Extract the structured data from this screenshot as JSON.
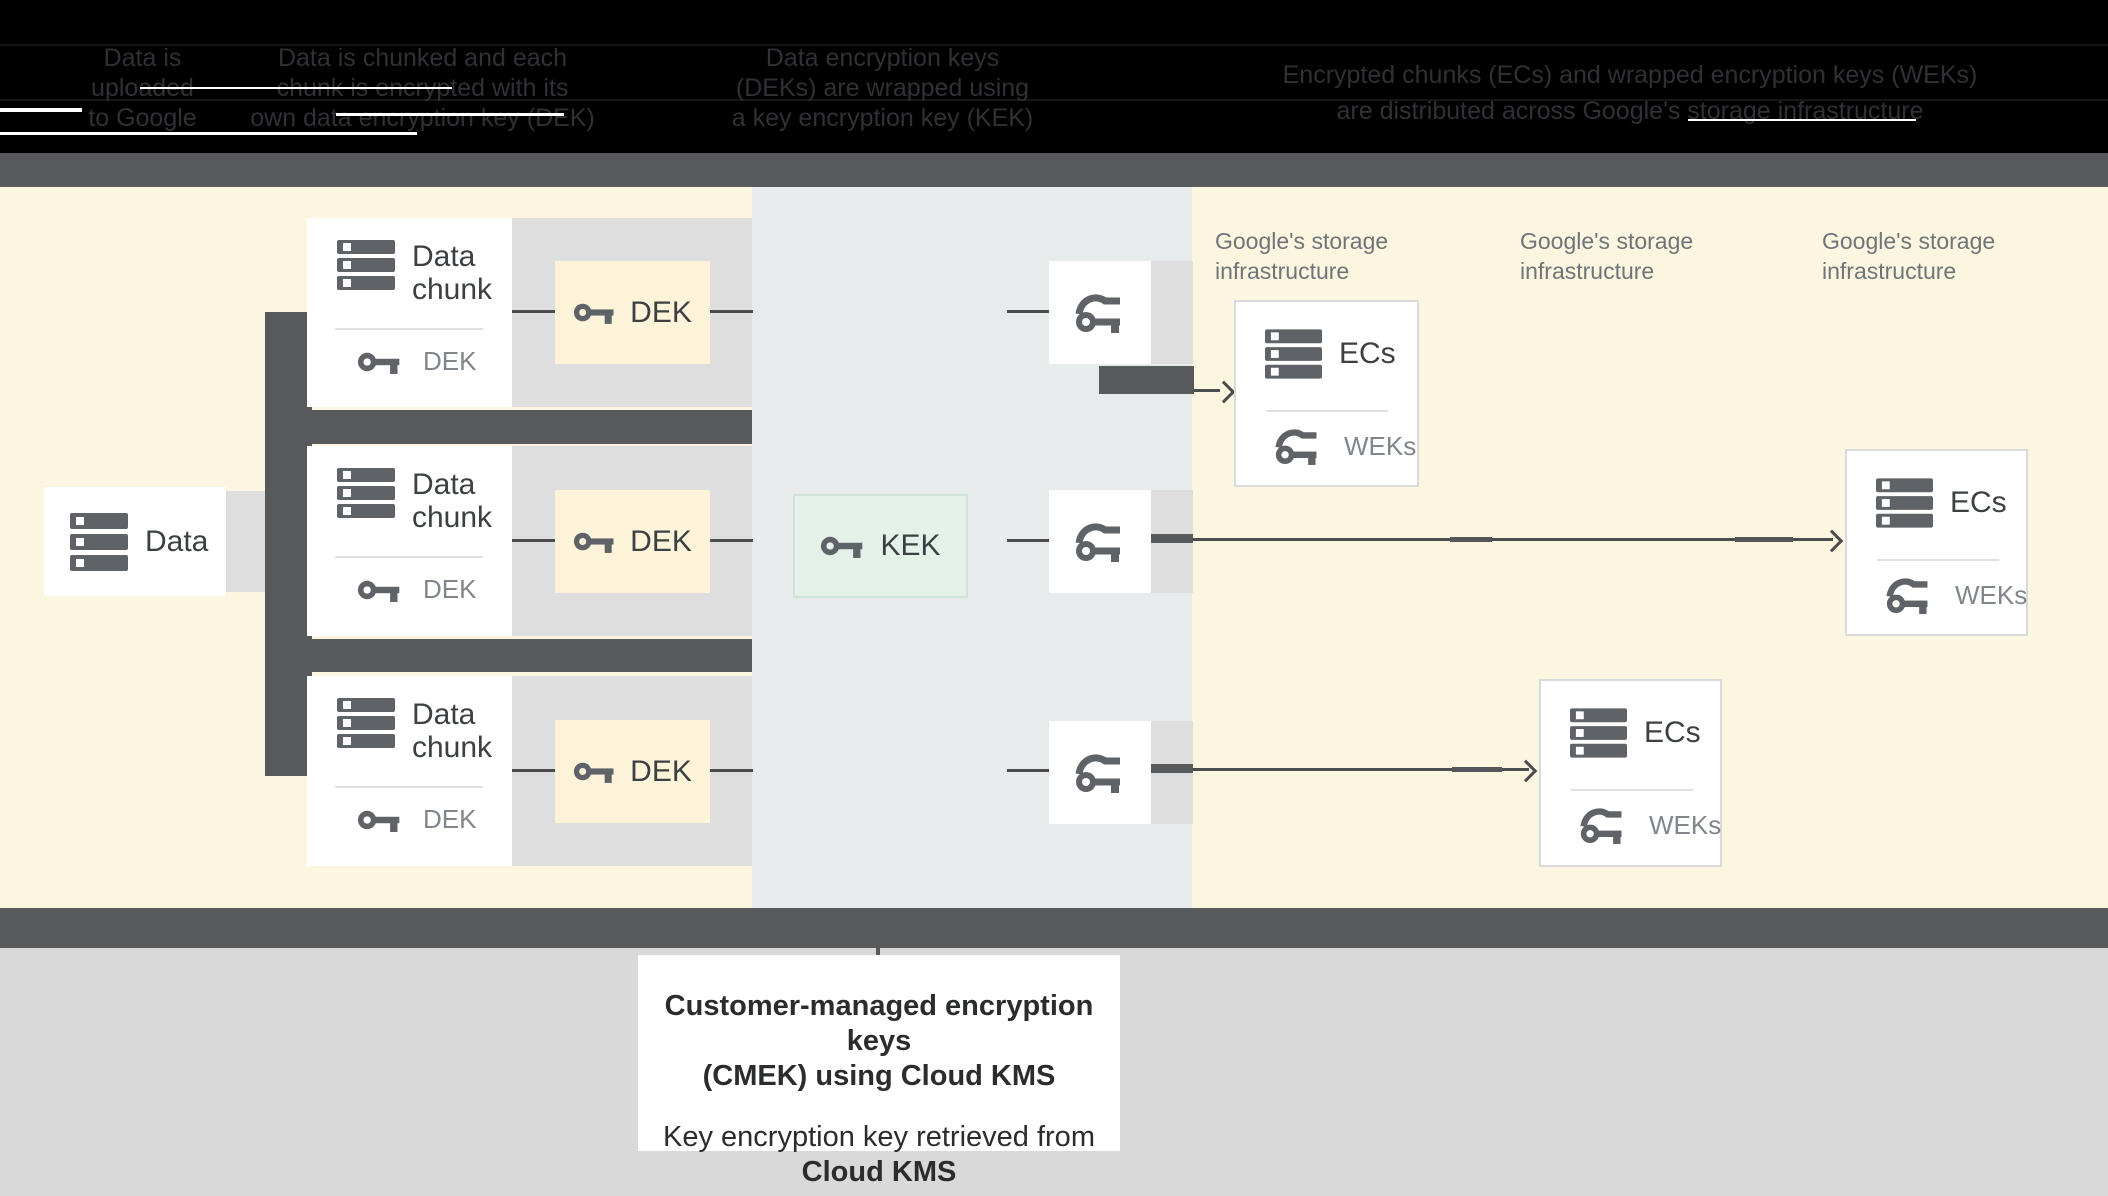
{
  "header": {
    "steps": [
      "Data is\nuploaded\nto Google",
      "Data is chunked and each\nchunk is encrypted with its\nown data encryption key (DEK)",
      "Data encryption keys\n(DEKs) are wrapped using\na key encryption key (KEK)",
      "Encrypted chunks (ECs) and wrapped encryption keys (WEKs)\nare distributed across Google's storage infrastructure"
    ]
  },
  "diagram": {
    "data_box": {
      "label": "Data"
    },
    "chunks": [
      {
        "title": "Data\nchunk",
        "key_label": "DEK"
      },
      {
        "title": "Data\nchunk",
        "key_label": "DEK"
      },
      {
        "title": "Data\nchunk",
        "key_label": "DEK"
      }
    ],
    "dek_boxes": [
      {
        "label": "DEK"
      },
      {
        "label": "DEK"
      },
      {
        "label": "DEK"
      }
    ],
    "kek_box": {
      "label": "KEK"
    },
    "storage_labels": [
      "Google's storage\ninfrastructure",
      "Google's storage\ninfrastructure",
      "Google's storage\ninfrastructure"
    ],
    "ecs_boxes": [
      {
        "title": "ECs",
        "key_label": "WEKs"
      },
      {
        "title": "ECs",
        "key_label": "WEKs"
      },
      {
        "title": "ECs",
        "key_label": "WEKs"
      }
    ]
  },
  "caption": {
    "title": "Customer-managed encryption keys\n(CMEK) using Cloud KMS",
    "line2a": "Key encryption key retrieved from",
    "line2b": "Cloud KMS"
  },
  "colors": {
    "page_yellow": "#fcf6e1",
    "kms_zone": "#e7ebec",
    "dek_fill": "#fdf3d8",
    "kek_fill": "#e3f1e9",
    "kek_border": "#cfe4d8",
    "dark_bar": "#58595b",
    "light_gray": "#dedede",
    "footer_gray": "#d9d9d9",
    "icon_gray": "#5f6368",
    "text_dark": "#3c4043",
    "text_gray": "#80868b",
    "storage_label": "#6f7478",
    "line": "#4a4c4e",
    "header_bg": "#000000",
    "header_text": "#2f3134"
  }
}
